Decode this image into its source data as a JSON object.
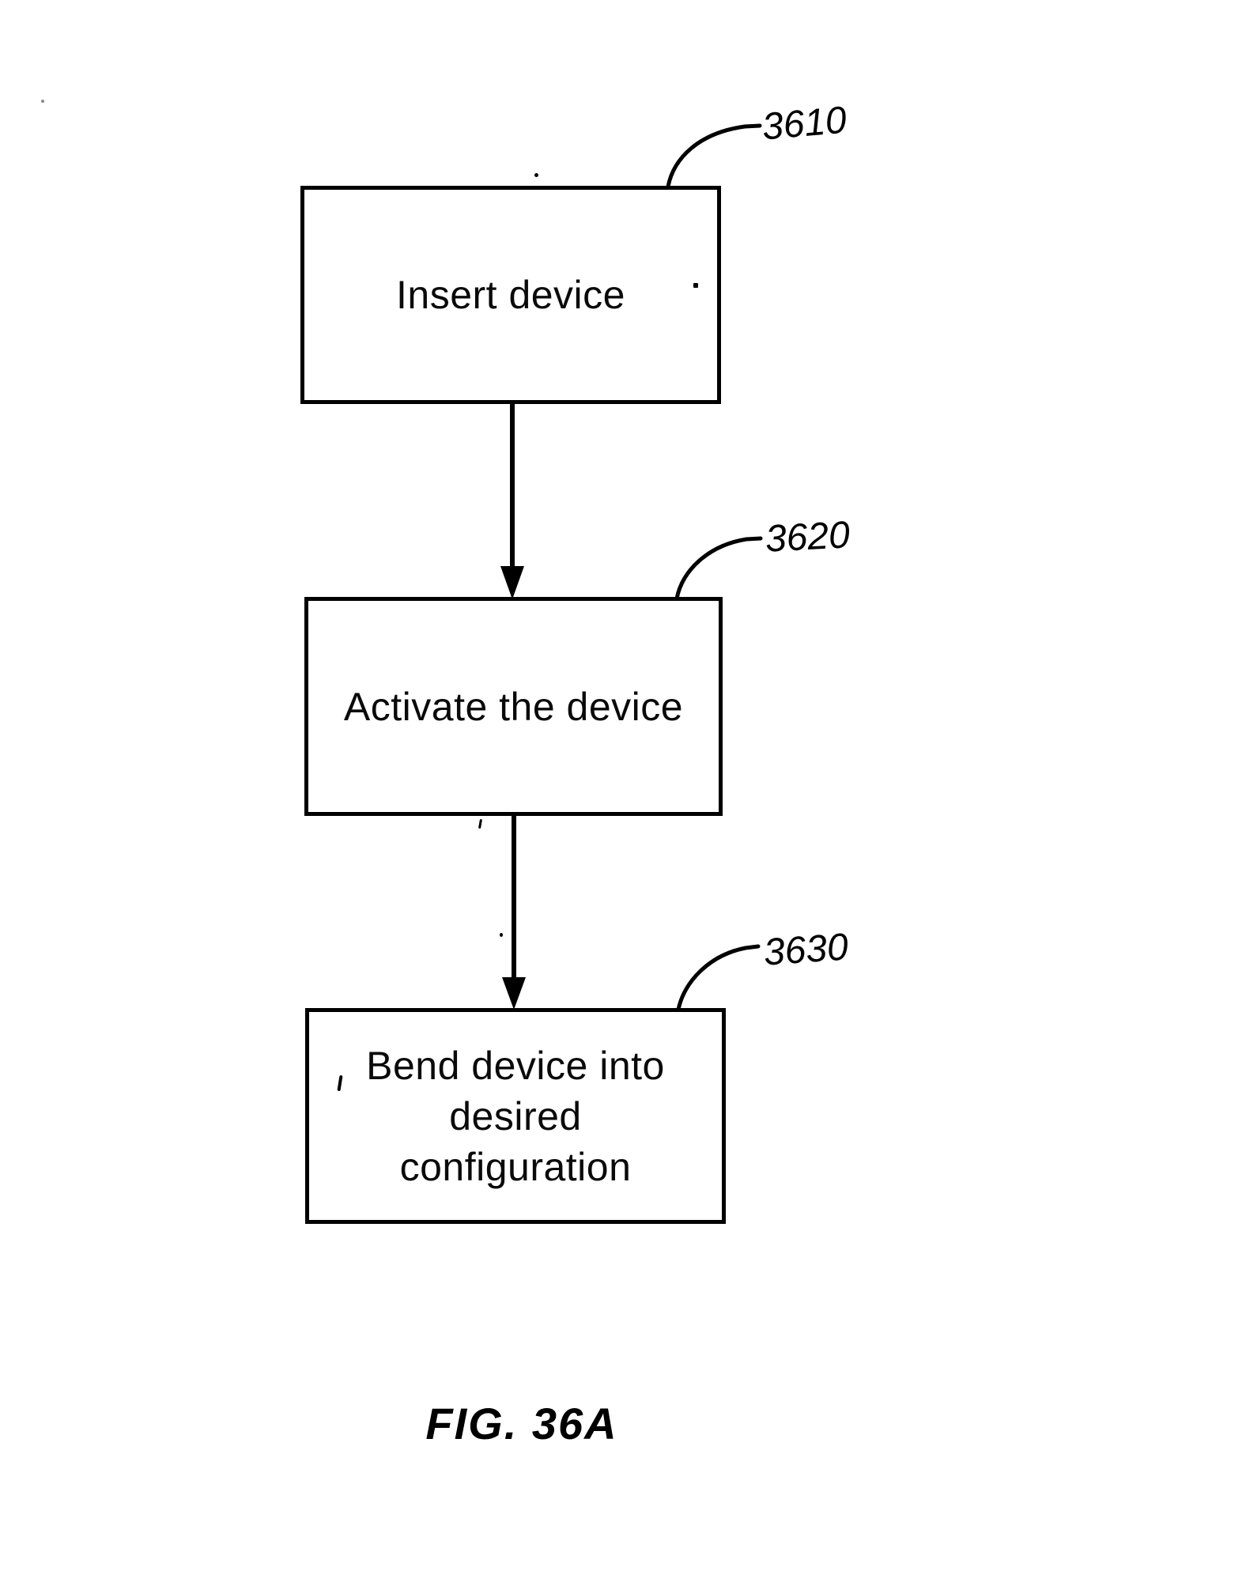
{
  "figure": {
    "caption": "FIG. 36A",
    "steps": [
      {
        "id": "3610",
        "label": "Insert device"
      },
      {
        "id": "3620",
        "label": "Activate the device"
      },
      {
        "id": "3630",
        "label": "Bend device into desired configuration"
      }
    ]
  },
  "colors": {
    "ink": "#000000",
    "background": "#ffffff"
  }
}
